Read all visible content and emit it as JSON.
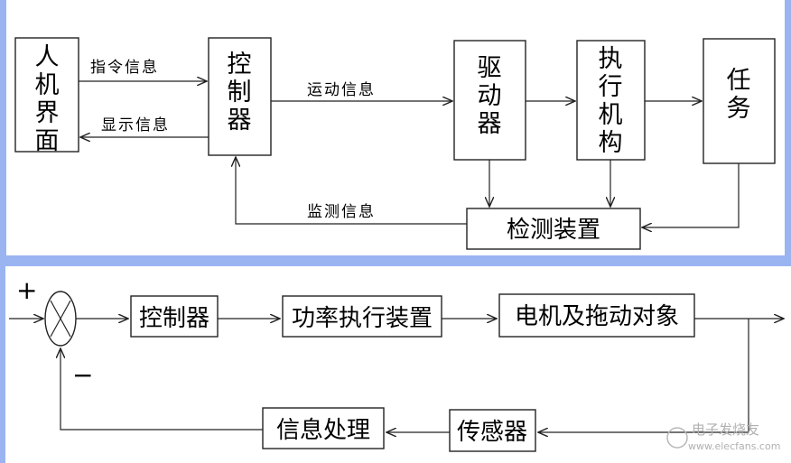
{
  "top_diagram": {
    "hmi_box": "人机界面",
    "controller_box": "控制器",
    "driver_box": "驱动器",
    "actuator_box": "执行机构",
    "task_box": "任务",
    "detector_box": "检测装置",
    "command_info": "指令信息",
    "display_info": "显示信息",
    "motion_info": "运动信息",
    "monitor_info": "监测信息"
  },
  "bottom_diagram": {
    "plus_sign": "+",
    "minus_sign": "−",
    "controller_box": "控制器",
    "power_actuator_box": "功率执行装置",
    "motor_load_box": "电机及拖动对象",
    "sensor_box": "传感器",
    "signal_processing_box": "信息处理"
  },
  "watermark": {
    "text": "电子发烧友",
    "url": "www.elecfans.com"
  },
  "colors": {
    "panel_border": "#9ab4f2",
    "line": "#222222"
  }
}
